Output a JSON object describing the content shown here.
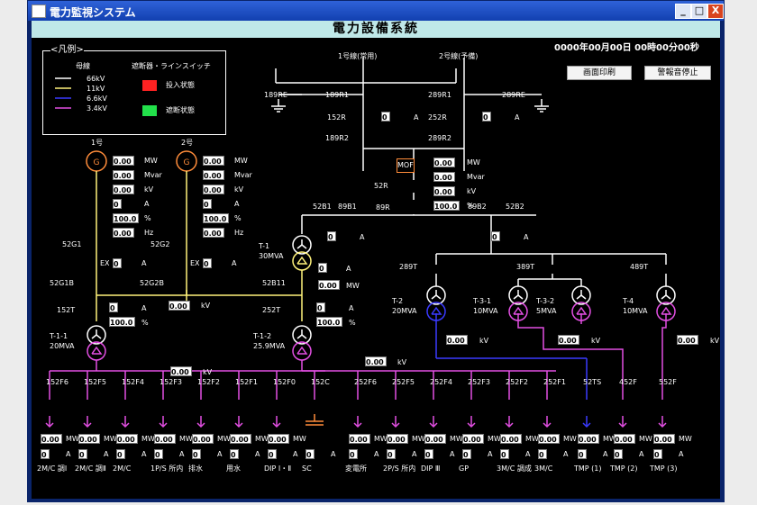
{
  "window": {
    "title": "電力監視システム",
    "min": "_",
    "max": "□",
    "close": "X"
  },
  "header": {
    "title": "電力設備系統"
  },
  "datetime": "0000年00月00日 00時00分00秒",
  "buttons": {
    "print": "画面印刷",
    "alarm_stop": "警報音停止"
  },
  "legend": {
    "title": "<凡例>",
    "bus_title": "母線",
    "breaker_title": "遮断器・ラインスイッチ",
    "lines": [
      {
        "label": "66kV",
        "color": "#ffffff"
      },
      {
        "label": "11kV",
        "color": "#fff27a"
      },
      {
        "label": "6.6kV",
        "color": "#3a3aff"
      },
      {
        "label": "3.4kV",
        "color": "#e34fe3"
      }
    ],
    "closed": "投入状態",
    "open": "遮断状態",
    "closed_color": "#ff2222",
    "open_color": "#22e04a"
  },
  "top": {
    "line1": "1号線(常用)",
    "line2": "2号線(予備)",
    "s189RE": "189RE",
    "s189R1": "189R1",
    "s152R": "152R",
    "s189R2": "189R2",
    "s289R1": "289R1",
    "s289RE": "289RE",
    "s252R": "252R",
    "s289R2": "289R2",
    "mof": "MOF",
    "s52R": "52R",
    "s89R": "89R",
    "v152R": "0",
    "v252R": "0",
    "A": "A"
  },
  "meter": {
    "values": [
      "0.00",
      "0.00",
      "0.00",
      "100.0"
    ],
    "units": [
      "MW",
      "Mvar",
      "kV",
      "%"
    ]
  },
  "gen1": {
    "title": "1号",
    "G": "G",
    "values": [
      "0.00",
      "0.00",
      "0.00",
      "0",
      "100.0",
      "0.00"
    ],
    "units": [
      "MW",
      "Mvar",
      "kV",
      "A",
      "%",
      "Hz"
    ],
    "s52G1": "52G1",
    "EX": "EX",
    "ex_val": "0",
    "s52G1B": "52G1B"
  },
  "gen2": {
    "title": "2号",
    "G": "G",
    "values": [
      "0.00",
      "0.00",
      "0.00",
      "0",
      "100.0",
      "0.00"
    ],
    "units": [
      "MW",
      "Mvar",
      "kV",
      "A",
      "%",
      "Hz"
    ],
    "s52G2": "52G2",
    "EX": "EX",
    "ex_val": "0",
    "s52G2B": "52G2B"
  },
  "t1": {
    "label": "T-1",
    "cap": "30MVA",
    "s52B1": "52B1",
    "s89B1": "89B1",
    "v52B1": "0",
    "s52B11": "52B11",
    "vA": "0",
    "vMW": "0.00"
  },
  "tie": {
    "s89B2": "89B2",
    "s52B2": "52B2",
    "v52B2": "0"
  },
  "bus11": {
    "s152T": "152T",
    "v152T_A": "0",
    "v152T_P": "100.0",
    "s252T": "252T",
    "v252T_A": "0",
    "v252T_P": "100.0",
    "kv": "0.00"
  },
  "t11": {
    "label": "T-1-1",
    "cap": "20MVA"
  },
  "t12": {
    "label": "T-1-2",
    "cap": "25.9MVA"
  },
  "t2": {
    "label": "T-2",
    "cap": "20MVA",
    "s289T": "289T",
    "kv": "0.00"
  },
  "t31": {
    "label": "T-3-1",
    "cap": "10MVA",
    "s389T": "389T"
  },
  "t32": {
    "label": "T-3-2",
    "cap": "5MVA",
    "kv": "0.00"
  },
  "t4": {
    "label": "T-4",
    "cap": "10MVA",
    "s489T": "489T",
    "kv": "0.00"
  },
  "bus_kv": {
    "left": "0.00",
    "right": "0.00"
  },
  "units": {
    "kV": "kV",
    "A": "A",
    "MW": "MW",
    "%": "%"
  },
  "feeders": [
    {
      "code": "152F6",
      "name": "2M/C 調Ⅰ",
      "mw": "0.00",
      "a": "0",
      "type": "F"
    },
    {
      "code": "152F5",
      "name": "2M/C 調Ⅱ",
      "mw": "0.00",
      "a": "0",
      "type": "F"
    },
    {
      "code": "152F4",
      "name": "2M/C",
      "mw": "0.00",
      "a": "0",
      "type": "F"
    },
    {
      "code": "152F3",
      "name": "1P/S 所内",
      "mw": "0.00",
      "a": "0",
      "type": "F"
    },
    {
      "code": "152F2",
      "name": "排水",
      "mw": "0.00",
      "a": "0",
      "type": "F"
    },
    {
      "code": "152F1",
      "name": "用水",
      "mw": "0.00",
      "a": "0",
      "type": "F"
    },
    {
      "code": "152F0",
      "name": "DIP Ⅰ・Ⅱ",
      "mw": "0.00",
      "a": "0",
      "type": "F"
    },
    {
      "code": "152C",
      "name": "SC",
      "mw": "",
      "a": "0",
      "type": "C"
    },
    {
      "code": "252F6",
      "name": "変電所",
      "mw": "0.00",
      "a": "0",
      "type": "F"
    },
    {
      "code": "252F5",
      "name": "2P/S 所内",
      "mw": "0.00",
      "a": "0",
      "type": "F"
    },
    {
      "code": "252F4",
      "name": "DIP Ⅲ",
      "mw": "0.00",
      "a": "0",
      "type": "F"
    },
    {
      "code": "252F3",
      "name": "GP",
      "mw": "0.00",
      "a": "0",
      "type": "F"
    },
    {
      "code": "252F2",
      "name": "3M/C 調成",
      "mw": "0.00",
      "a": "0",
      "type": "F"
    },
    {
      "code": "252F1",
      "name": "3M/C",
      "mw": "0.00",
      "a": "0",
      "type": "F"
    },
    {
      "code": "52TS",
      "name": "TMP (1)",
      "mw": "0.00",
      "a": "0",
      "type": "F"
    },
    {
      "code": "452F",
      "name": "TMP (2)",
      "mw": "0.00",
      "a": "0",
      "type": "F"
    },
    {
      "code": "552F",
      "name": "TMP (3)",
      "mw": "0.00",
      "a": "0",
      "type": "F"
    }
  ]
}
